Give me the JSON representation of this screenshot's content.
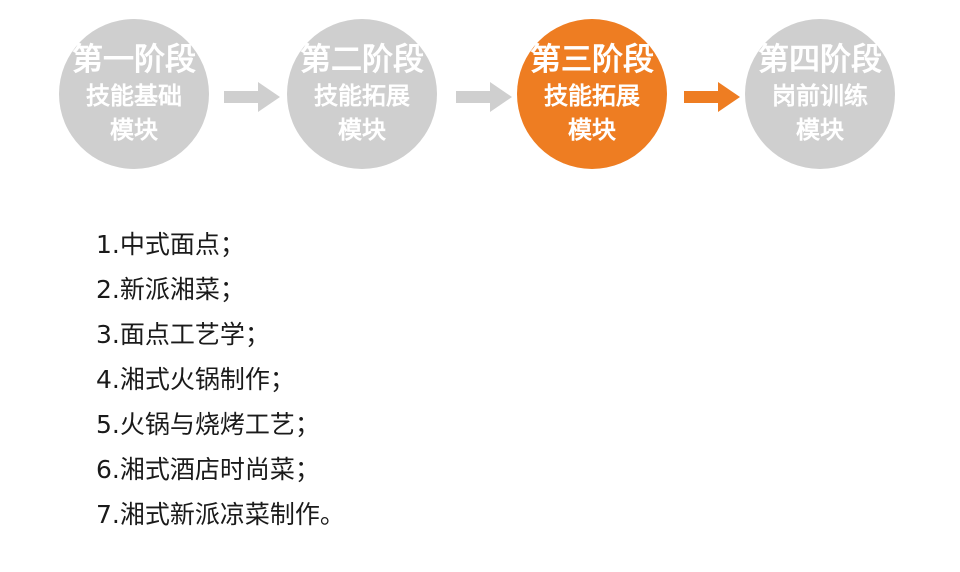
{
  "colors": {
    "inactive": "#cfcfcf",
    "active": "#ee7d22",
    "arrow_inactive": "#cfcfcf",
    "arrow_active": "#ee7d22",
    "text": "#1a1a1a"
  },
  "stages": [
    {
      "title": "第一阶段",
      "line1": "技能基础",
      "line2": "模块",
      "active": false
    },
    {
      "title": "第二阶段",
      "line1": "技能拓展",
      "line2": "模块",
      "active": false
    },
    {
      "title": "第三阶段",
      "line1": "技能拓展",
      "line2": "模块",
      "active": true
    },
    {
      "title": "第四阶段",
      "line1": "岗前训练",
      "line2": "模块",
      "active": false
    }
  ],
  "arrows": [
    {
      "icon": "right-arrow-icon",
      "active": false
    },
    {
      "icon": "right-arrow-icon",
      "active": false
    },
    {
      "icon": "right-arrow-icon",
      "active": true
    }
  ],
  "items": [
    "1.中式面点；",
    "2.新派湘菜；",
    "3.面点工艺学；",
    "4.湘式火锅制作；",
    "5.火锅与烧烤工艺；",
    "6.湘式酒店时尚菜；",
    "7.湘式新派凉菜制作。"
  ]
}
